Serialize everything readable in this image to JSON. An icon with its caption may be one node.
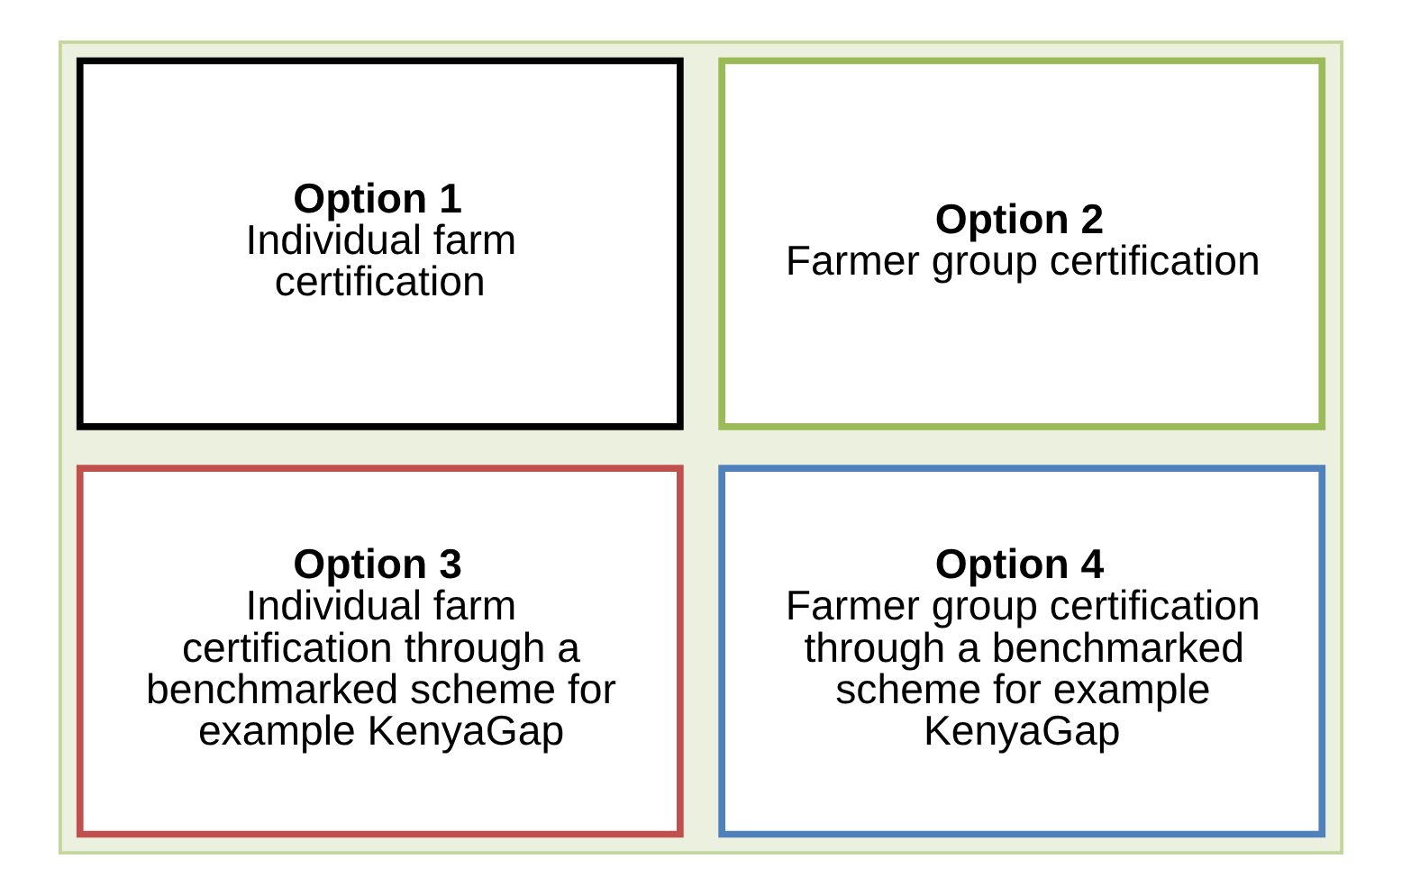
{
  "diagram": {
    "nodes": [
      {
        "text": [],
        "shape": "box"
      },
      {
        "text": [
          "Option 1",
          "Individual farm certification"
        ],
        "in": 0
      },
      {
        "text": [
          "Option 2",
          "Farmer group certification"
        ],
        "in": 0
      },
      {
        "text": [
          "Option 3",
          "Individual farm certification through a benchmarked scheme for example KenyaGap"
        ],
        "in": 0
      },
      {
        "text": [
          "Option 4",
          "Farmer group certification through a benchmarked scheme for example KenyaGap"
        ],
        "in": 0
      }
    ],
    "edges": []
  }
}
